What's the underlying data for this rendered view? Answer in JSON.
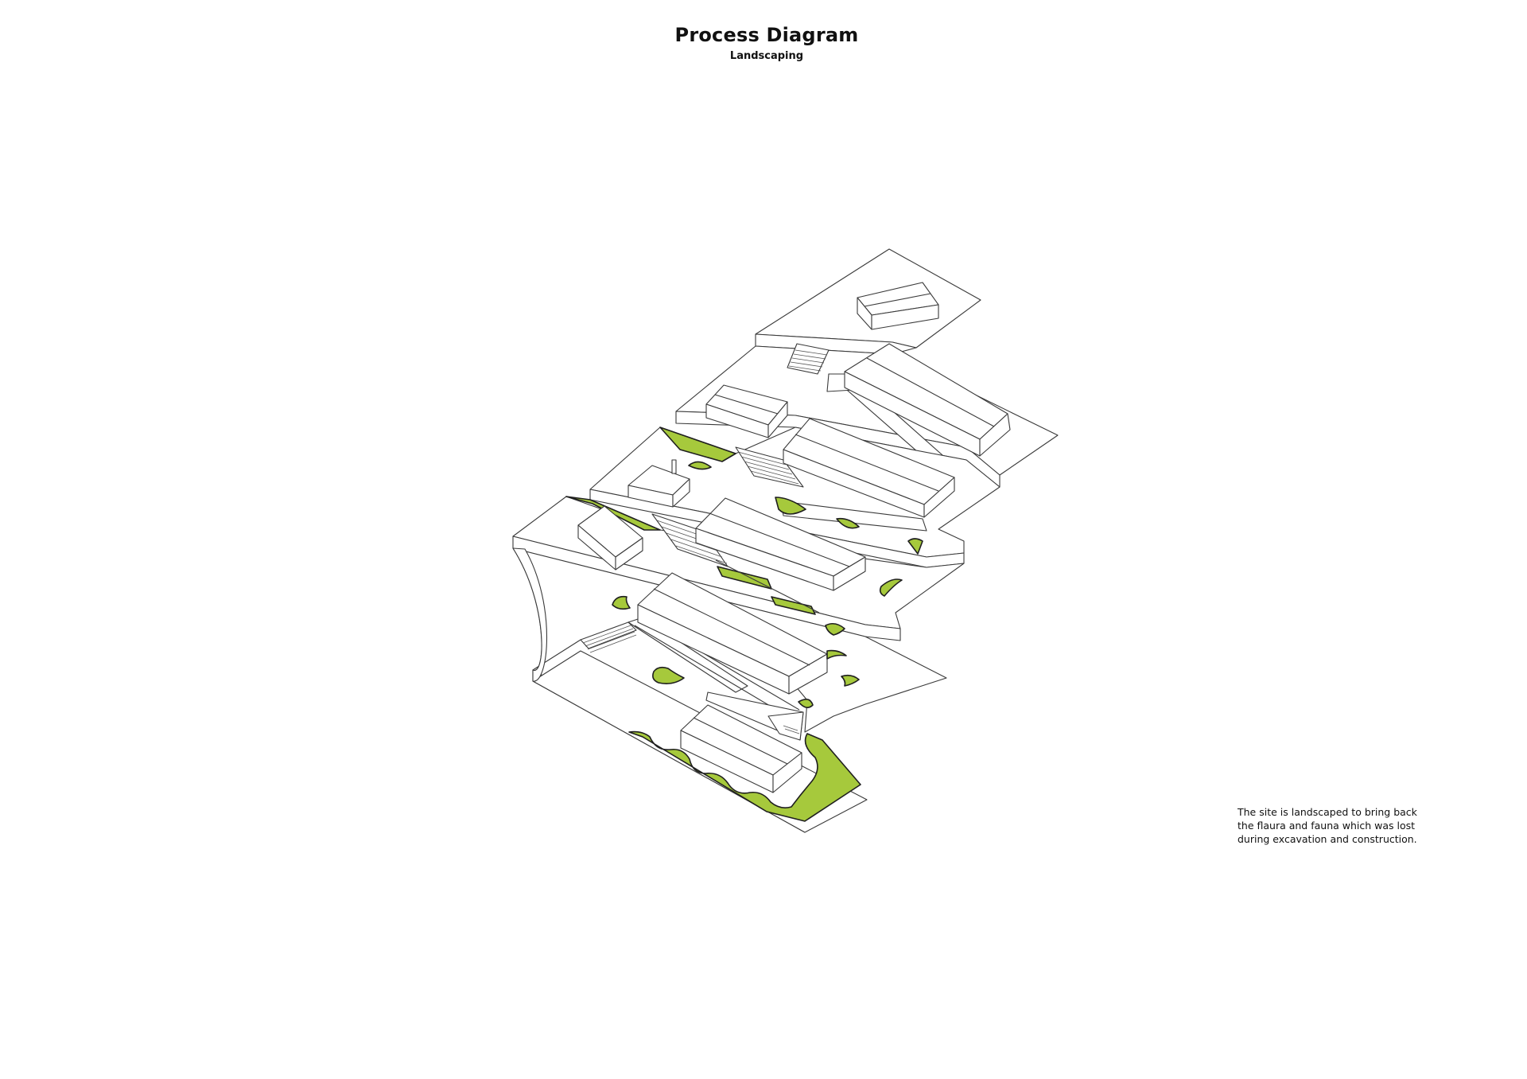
{
  "header": {
    "title": "Process Diagram",
    "subtitle": "Landscaping"
  },
  "description": "The site is landscaped to bring back the flaura and fauna which was lost during excavation and construction.",
  "colors": {
    "vegetation": "#a6c93c",
    "linework": "#3a3a3a"
  }
}
